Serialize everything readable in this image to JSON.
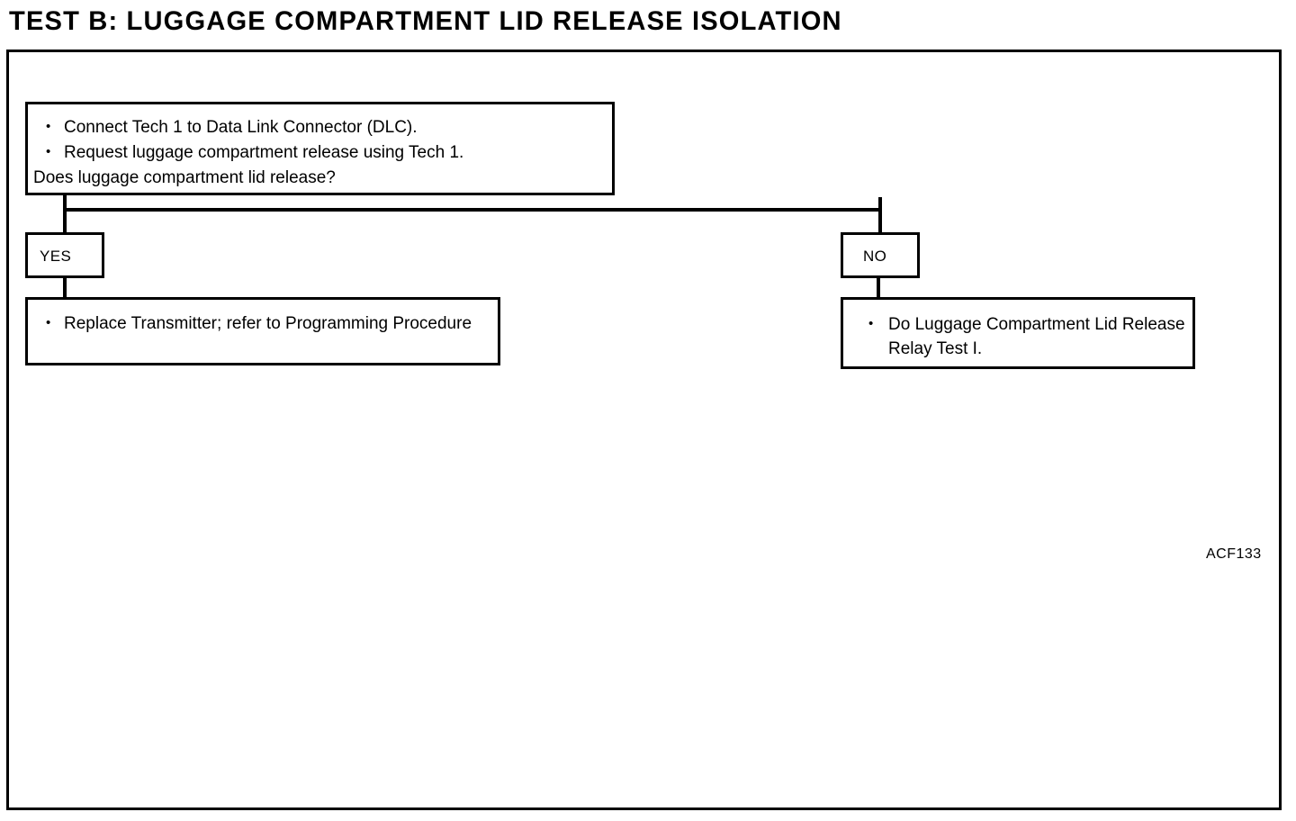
{
  "title": "TEST B:  LUGGAGE  COMPARTMENT  LID  RELEASE  ISOLATION",
  "figure_reference": "ACF133",
  "question_box": {
    "bullets": [
      "Connect Tech 1 to Data Link Connector (DLC).",
      "Request luggage compartment release using Tech 1."
    ],
    "question": "Does luggage compartment lid release?"
  },
  "branches": {
    "yes": {
      "label": "YES",
      "result_bullets": [
        "Replace Transmitter; refer to Programming Procedure"
      ]
    },
    "no": {
      "label": "NO",
      "result_bullets": [
        "Do Luggage Compartment Lid Release Relay Test I."
      ]
    }
  }
}
